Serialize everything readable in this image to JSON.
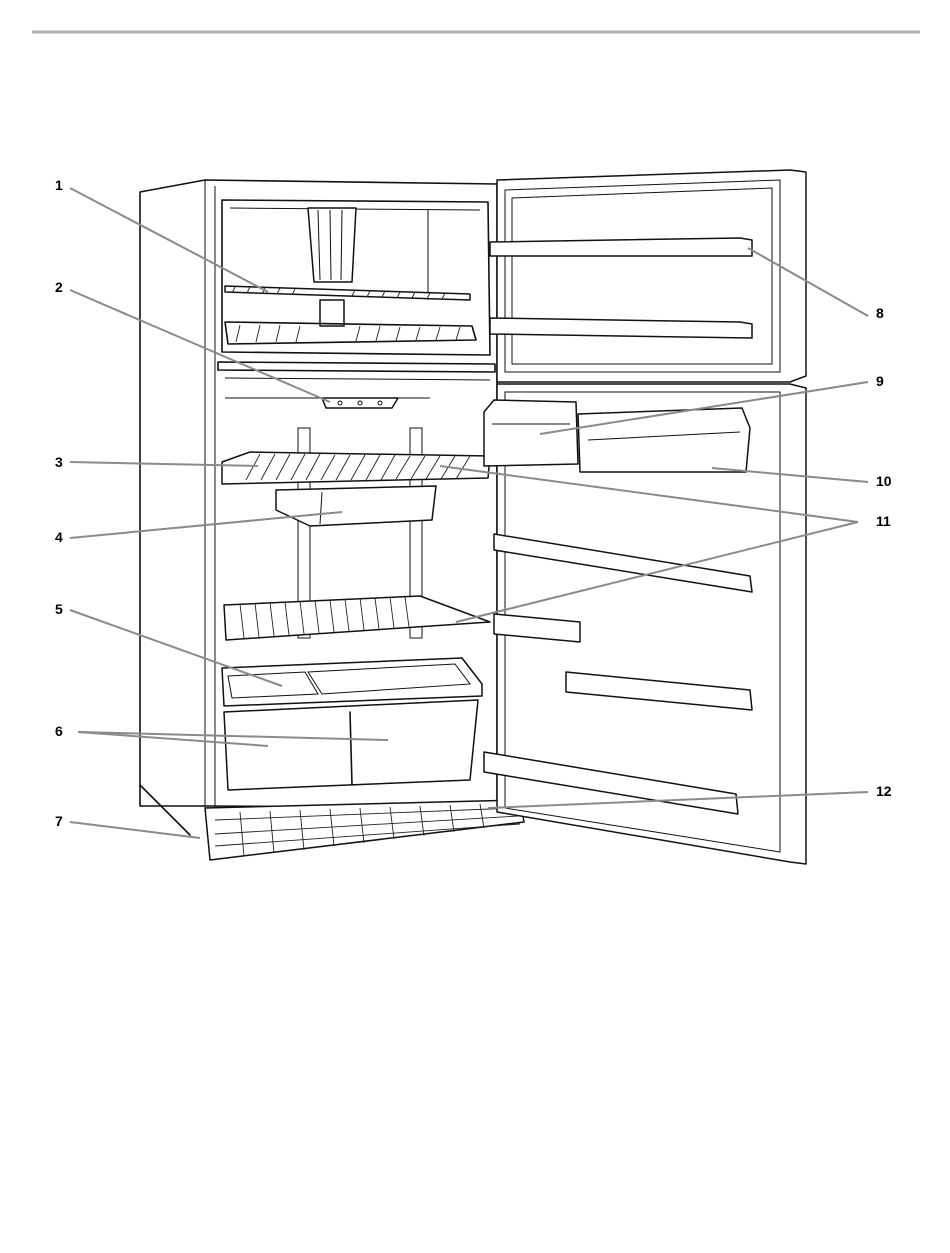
{
  "colors": {
    "ink": "#111111",
    "leader": "#8a8a8a",
    "rule": "#b0b0b0",
    "paper": "#ffffff"
  },
  "callouts": [
    {
      "id": "1",
      "label": "1"
    },
    {
      "id": "2",
      "label": "2"
    },
    {
      "id": "3",
      "label": "3"
    },
    {
      "id": "4",
      "label": "4"
    },
    {
      "id": "5",
      "label": "5"
    },
    {
      "id": "6",
      "label": "6"
    },
    {
      "id": "7",
      "label": "7"
    },
    {
      "id": "8",
      "label": "8"
    },
    {
      "id": "9",
      "label": "9"
    },
    {
      "id": "10",
      "label": "10"
    },
    {
      "id": "11",
      "label": "11"
    },
    {
      "id": "12",
      "label": "12"
    }
  ]
}
